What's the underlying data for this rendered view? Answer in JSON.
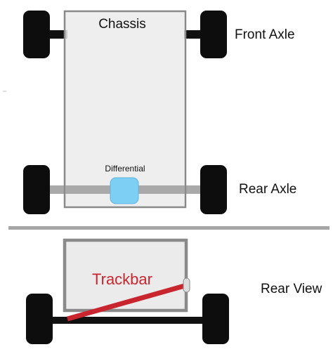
{
  "labels": {
    "chassis": "Chassis",
    "front_axle": "Front Axle",
    "differential": "Differential",
    "rear_axle": "Rear Axle",
    "trackbar": "Trackbar",
    "rear_view": "Rear View"
  },
  "colors": {
    "background": "#ffffff",
    "wheel": "#0d0d0d",
    "axle_top": "#111111",
    "rear_axle_shaft": "#a9a9a9",
    "chassis_fill": "#ebebeb",
    "chassis_stroke": "#8a8a8a",
    "differential": "#7ecff4",
    "differential_stroke": "#5fb4dd",
    "divider": "#a6a6a6",
    "trackbar": "#c8252f",
    "trackbar_text": "#c8252f",
    "bushing": "#dddddd",
    "text": "#111111"
  }
}
